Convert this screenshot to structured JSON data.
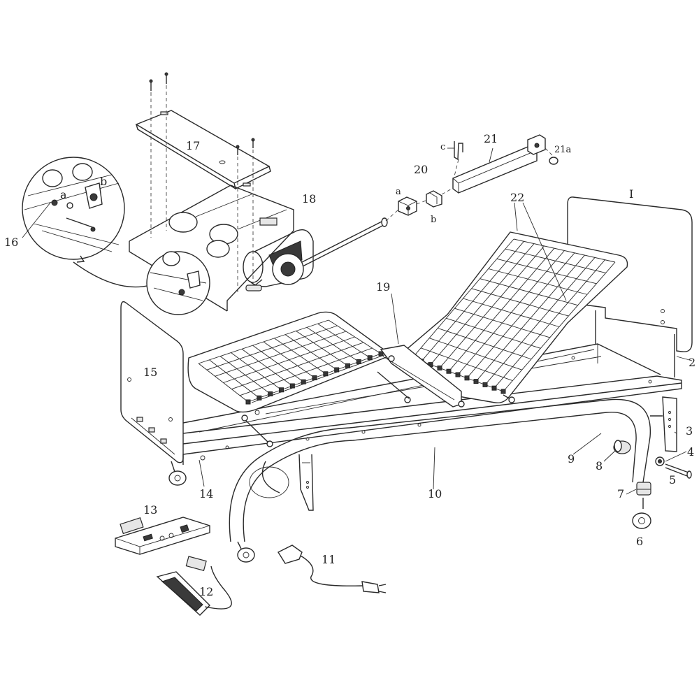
{
  "callouts": {
    "c1": "I",
    "c2": "2",
    "c3": "3",
    "c4": "4",
    "c5": "5",
    "c6": "6",
    "c7": "7",
    "c8": "8",
    "c9": "9",
    "c10": "10",
    "c11": "11",
    "c12": "12",
    "c13": "13",
    "c14": "14",
    "c15": "15",
    "c16": "16",
    "c17": "17",
    "c18": "18",
    "c19": "19",
    "c20": "20",
    "c21": "21",
    "c21a": "21a",
    "c22": "22",
    "sub_a_detail": "a",
    "sub_b_detail": "b",
    "sub_a_nut": "a",
    "sub_b_nut": "b",
    "sub_c": "c"
  }
}
